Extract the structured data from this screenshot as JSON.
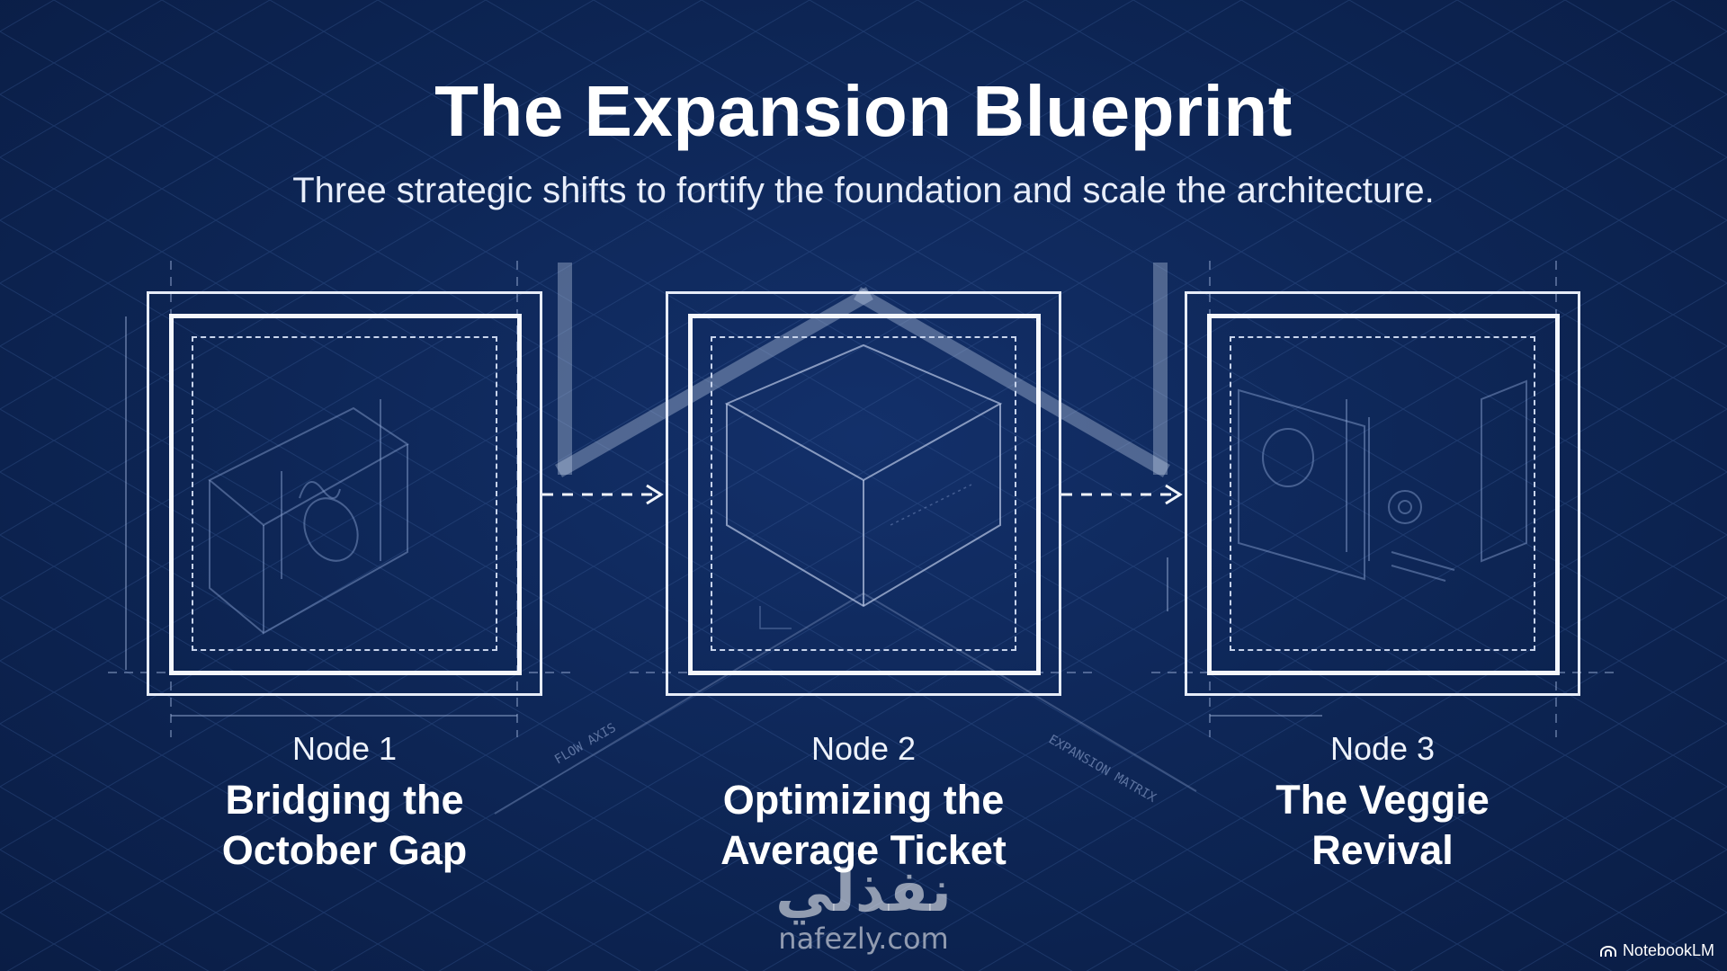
{
  "title": "The Expansion Blueprint",
  "subtitle": "Three strategic shifts to fortify the foundation and scale the architecture.",
  "nodes": [
    {
      "label": "Node 1",
      "title_line1": "Bridging the",
      "title_line2": "October Gap",
      "icon": "storefront-sketch-icon"
    },
    {
      "label": "Node 2",
      "title_line1": "Optimizing the",
      "title_line2": "Average Ticket",
      "icon": "isometric-box-icon"
    },
    {
      "label": "Node 3",
      "title_line1": "The Veggie",
      "title_line2": "Revival",
      "icon": "signage-sketch-icon"
    }
  ],
  "annotations": {
    "flow_axis": "FLOW AXIS",
    "expansion_matrix": "EXPANSION MATRIX"
  },
  "watermark": {
    "arabic": "نفذلي",
    "latin": "nafezly.com"
  },
  "brand": "NotebookLM",
  "colors": {
    "background": "#0d2350",
    "line": "#e6ecf8",
    "text": "#ffffff"
  }
}
